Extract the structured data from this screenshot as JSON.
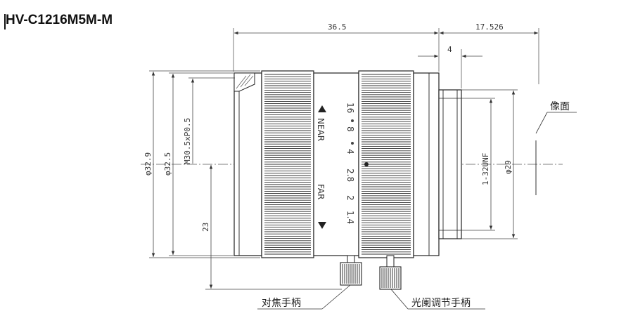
{
  "title": "HV-C1216M5M-M",
  "dimensions": {
    "length_body": "36.5",
    "flange": "17.526",
    "mount_depth": "4",
    "dia_front_outer": "φ32.9",
    "dia_front": "φ32.5",
    "filter_thread": "M30.5xP0.5",
    "center_height": "23",
    "mount_thread": "1-32UNF",
    "dia_mount": "φ29"
  },
  "aperture_scale": [
    "16",
    "8",
    "4",
    "2.8",
    "2",
    "1.4"
  ],
  "focus_near": "NEAR",
  "focus_far": "FAR",
  "labels": {
    "image_plane": "像面",
    "focus_handle": "对焦手柄",
    "iris_handle": "光阑调节手柄"
  }
}
